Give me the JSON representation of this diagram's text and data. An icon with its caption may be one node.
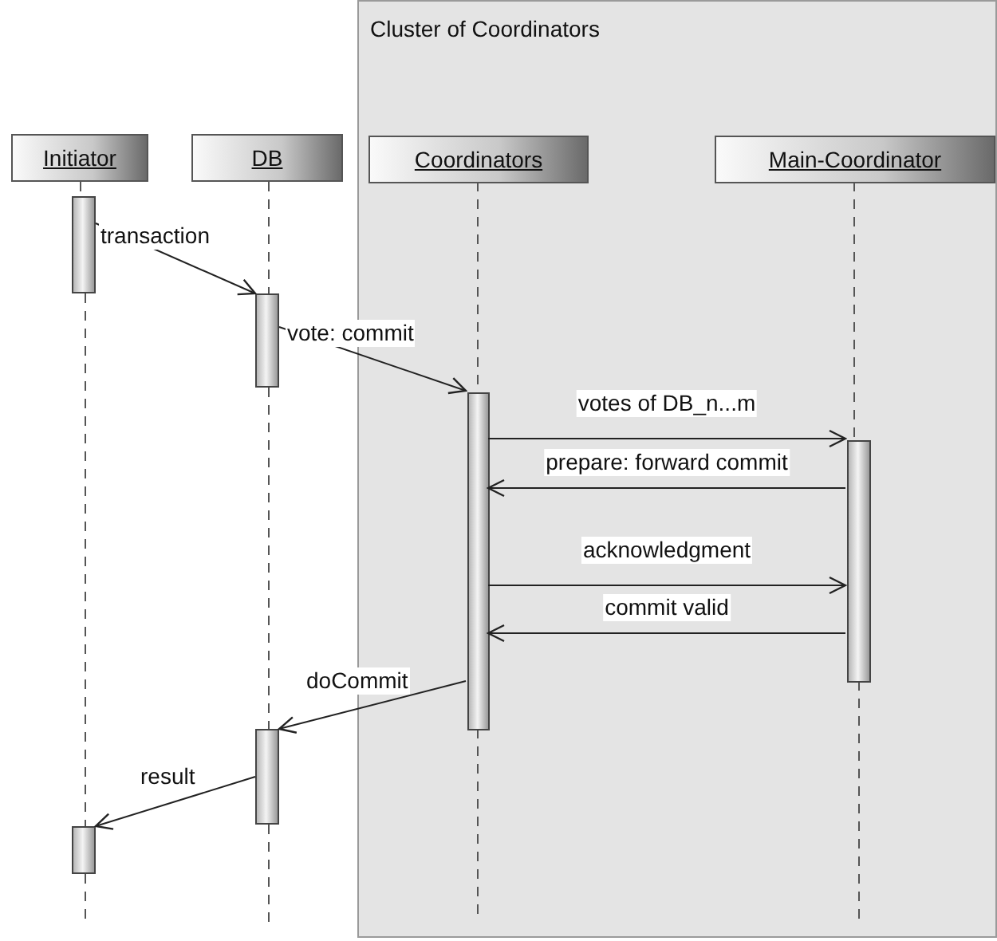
{
  "diagram": {
    "nodes": [
      {
        "text": [
          "Cluster of Coordinators"
        ]
      },
      {
        "text": [
          "Initiator"
        ]
      },
      {
        "text": [
          "DB"
        ]
      },
      {
        "text": [
          "Coordinators"
        ],
        "in": 0
      },
      {
        "text": [
          "Main-Coordinator"
        ],
        "in": 0
      },
      {
        "text": [],
        "shape": "bar"
      },
      {
        "text": [],
        "shape": "bar"
      },
      {
        "text": [],
        "shape": "bar",
        "in": 0
      },
      {
        "text": [],
        "shape": "bar",
        "in": 0
      },
      {
        "text": [],
        "shape": "bar"
      },
      {
        "text": [],
        "shape": "bar"
      }
    ],
    "edges": [
      {
        "from": 5,
        "to": 6,
        "arrow": "to",
        "label": "transaction"
      },
      {
        "from": 6,
        "to": 7,
        "arrow": "to",
        "label": "vote: commit"
      },
      {
        "from": 7,
        "to": 8,
        "arrow": "to",
        "label": "votes of DB_n...m"
      },
      {
        "from": 8,
        "to": 7,
        "arrow": "to",
        "label": "prepare: forward commit"
      },
      {
        "from": 7,
        "to": 8,
        "arrow": "to",
        "label": "acknowledgment"
      },
      {
        "from": 8,
        "to": 7,
        "arrow": "to",
        "label": "commit valid"
      },
      {
        "from": 7,
        "to": 9,
        "arrow": "to",
        "label": "doCommit"
      },
      {
        "from": 9,
        "to": 10,
        "arrow": "to",
        "label": "result"
      },
      {
        "from": 1,
        "to": 5,
        "arrow": "none",
        "style": "dashed"
      },
      {
        "from": 5,
        "to": 10,
        "arrow": "none",
        "style": "dashed"
      },
      {
        "from": 10,
        "to": null,
        "arrow": "none",
        "style": "dashed"
      },
      {
        "from": 2,
        "to": 6,
        "arrow": "none",
        "style": "dashed"
      },
      {
        "from": 6,
        "to": 9,
        "arrow": "none",
        "style": "dashed"
      },
      {
        "from": 9,
        "to": null,
        "arrow": "none",
        "style": "dashed"
      },
      {
        "from": 3,
        "to": 7,
        "arrow": "none",
        "style": "dashed"
      },
      {
        "from": 7,
        "to": null,
        "arrow": "none",
        "style": "dashed"
      },
      {
        "from": 4,
        "to": 8,
        "arrow": "none",
        "style": "dashed"
      },
      {
        "from": 8,
        "to": null,
        "arrow": "none",
        "style": "dashed"
      }
    ]
  }
}
